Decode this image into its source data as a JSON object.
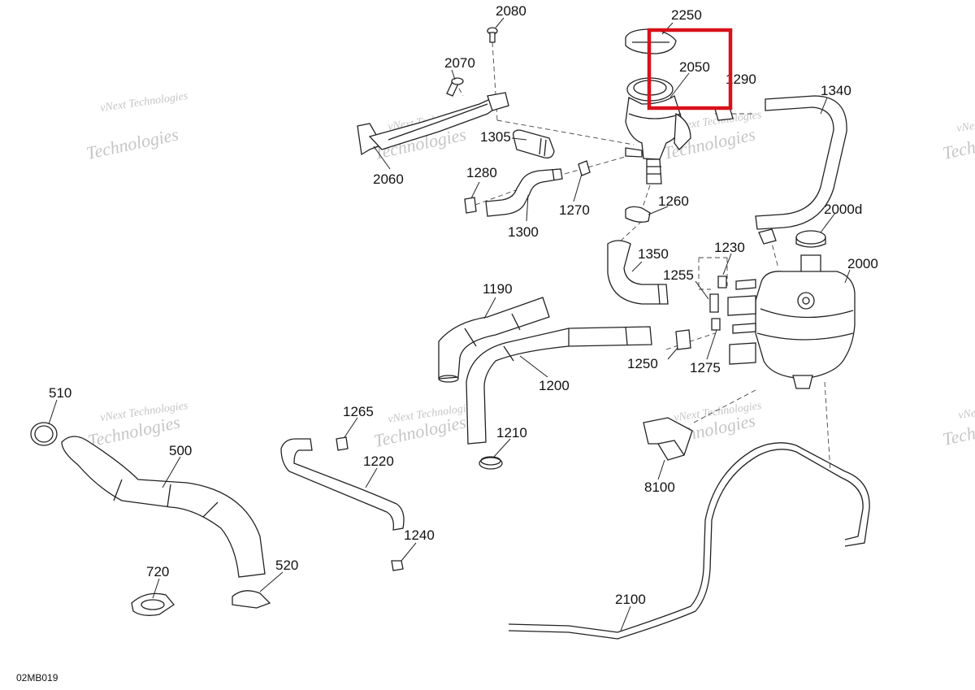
{
  "diagram": {
    "document_code": "02MB019",
    "highlight_label": "2050",
    "callouts": [
      {
        "id": "c2080",
        "label": "2080"
      },
      {
        "id": "c2250",
        "label": "2250"
      },
      {
        "id": "c2070",
        "label": "2070"
      },
      {
        "id": "c2050",
        "label": "2050"
      },
      {
        "id": "c1290",
        "label": "1290"
      },
      {
        "id": "c1340",
        "label": "1340"
      },
      {
        "id": "c1305",
        "label": "1305"
      },
      {
        "id": "c2060",
        "label": "2060"
      },
      {
        "id": "c1280",
        "label": "1280"
      },
      {
        "id": "c1270",
        "label": "1270"
      },
      {
        "id": "c1300",
        "label": "1300"
      },
      {
        "id": "c1260",
        "label": "1260"
      },
      {
        "id": "c2000d",
        "label": "2000d"
      },
      {
        "id": "c1230",
        "label": "1230"
      },
      {
        "id": "c1350",
        "label": "1350"
      },
      {
        "id": "c1255",
        "label": "1255"
      },
      {
        "id": "c2000",
        "label": "2000"
      },
      {
        "id": "c1190",
        "label": "1190"
      },
      {
        "id": "c1250",
        "label": "1250"
      },
      {
        "id": "c1275",
        "label": "1275"
      },
      {
        "id": "c1200",
        "label": "1200"
      },
      {
        "id": "c510",
        "label": "510"
      },
      {
        "id": "c1265",
        "label": "1265"
      },
      {
        "id": "c1210",
        "label": "1210"
      },
      {
        "id": "c500",
        "label": "500"
      },
      {
        "id": "c1220",
        "label": "1220"
      },
      {
        "id": "c8100",
        "label": "8100"
      },
      {
        "id": "c1240",
        "label": "1240"
      },
      {
        "id": "c720",
        "label": "720"
      },
      {
        "id": "c520",
        "label": "520"
      },
      {
        "id": "c2100",
        "label": "2100"
      }
    ],
    "watermark": {
      "line1": "vNext Technologies",
      "line2": "Technologies"
    }
  }
}
